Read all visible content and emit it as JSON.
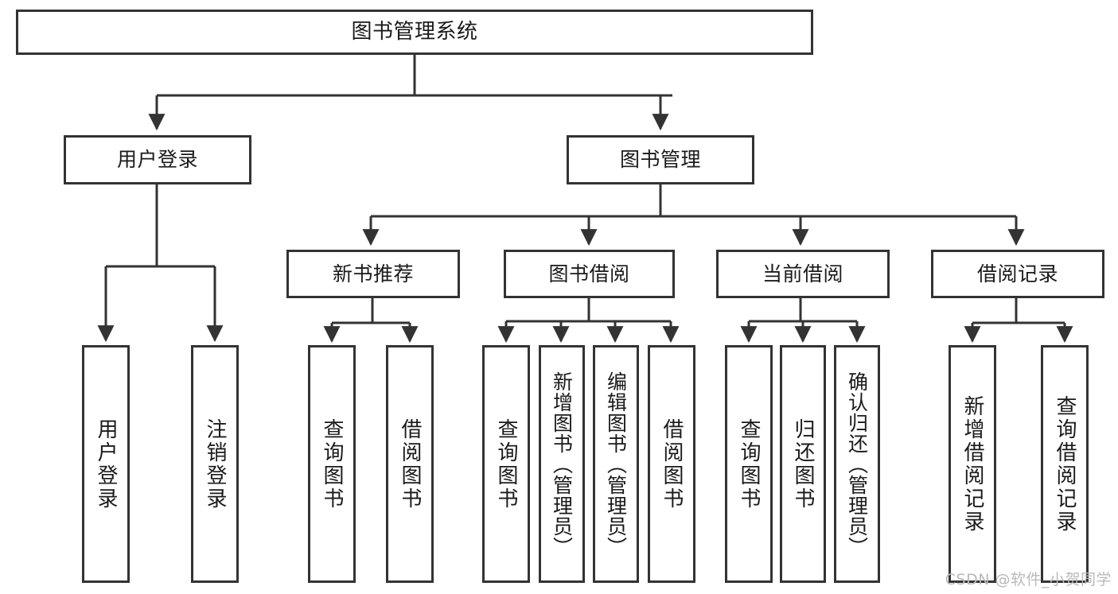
{
  "diagram": {
    "title": "图书管理系统",
    "type": "hierarchy-tree",
    "watermark": "CSDN @软件_小贺同学",
    "colors": {
      "stroke": "#333333",
      "fill": "#ffffff",
      "text": "#1a1a1a",
      "watermark": "#b9b9b9"
    },
    "levels": {
      "root": {
        "label": "图书管理系统"
      },
      "level2": [
        {
          "label": "用户登录"
        },
        {
          "label": "图书管理"
        }
      ],
      "level3": [
        {
          "label": "新书推荐"
        },
        {
          "label": "图书借阅"
        },
        {
          "label": "当前借阅"
        },
        {
          "label": "借阅记录"
        }
      ],
      "leaves": {
        "user_login": [
          {
            "label": "用户登录"
          },
          {
            "label": "注销登录"
          }
        ],
        "new_book": [
          {
            "label": "查询图书"
          },
          {
            "label": "借阅图书"
          }
        ],
        "book_borrow": [
          {
            "label": "查询图书"
          },
          {
            "label": "新增图书（管理员）"
          },
          {
            "label": "编辑图书（管理员）"
          },
          {
            "label": "借阅图书"
          }
        ],
        "current_borrow": [
          {
            "label": "查询图书"
          },
          {
            "label": "归还图书"
          },
          {
            "label": "确认归还（管理员）"
          }
        ],
        "borrow_record": [
          {
            "label": "新增借阅记录"
          },
          {
            "label": "查询借阅记录"
          }
        ]
      }
    }
  }
}
